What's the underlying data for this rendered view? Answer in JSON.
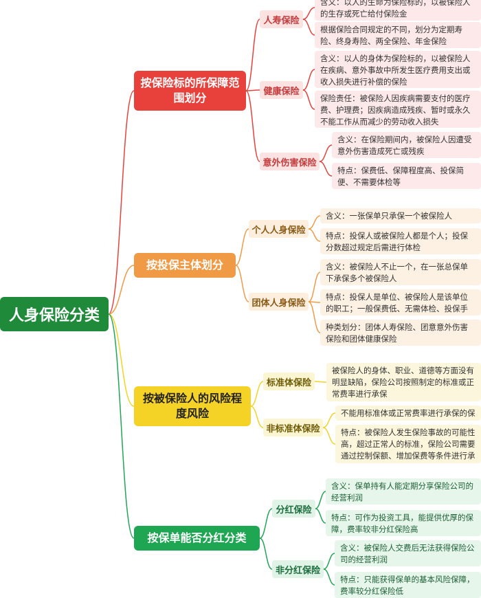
{
  "root": {
    "label": "人身保险分类"
  },
  "branches": [
    {
      "label": "按保险标的所保障范围划分",
      "color": "#e8413b",
      "children": [
        {
          "label": "人寿保险",
          "leaves": [
            "含义：以人的生命为保险标的，以被保险人的生存或死亡给付保险金",
            "根据保险合同规定的不同，划分为定期寿险、终身寿险、两全保险、年金保险"
          ]
        },
        {
          "label": "健康保险",
          "leaves": [
            "含义：以人的身体为保险标的，以被保险人在疾病、意外事故中所发生医疗费用支出或收入损失进行补偿的保险",
            "保险责任：被保险人因疾病需要支付的医疗费、护理费；因疾病造成残疾、暂时或永久不能工作从而减少的劳动收入损失"
          ]
        },
        {
          "label": "意外伤害保险",
          "leaves": [
            "含义：在保险期间内，被保险人因遭受意外伤害造成死亡或残疾",
            "特点：保费低、保障程度高、投保简便、不需要体检等"
          ]
        }
      ]
    },
    {
      "label": "按投保主体划分",
      "color": "#f19a46",
      "children": [
        {
          "label": "个人人身保险",
          "leaves": [
            "含义：一张保单只承保一个被保险人",
            "特点：投保人或被保险人都是个人；投保分数超过规定后需进行体检"
          ]
        },
        {
          "label": "团体人身保险",
          "leaves": [
            "含义：被保险人不止一个，在一张总保单下承保多个被保险人",
            "特点：投保人是单位、被保险人是该单位的职工；一般保费低、无需体检、投保手续简便",
            "种类划分：团体人寿保险、团意意外伤害保险和团体健康保险"
          ]
        }
      ]
    },
    {
      "label": "按被保险人的风险程度风险",
      "color": "#f4d226",
      "children": [
        {
          "label": "标准体保险",
          "leaves": [
            "被保险人的身体、职业、道德等方面没有明显缺陷，保险公司按照制定的标准或正常费率进行承保"
          ]
        },
        {
          "label": "非标准体保险",
          "leaves": [
            "不能用标准体或正常费率进行承保的保险",
            "特点：被保险人发生保险事故的可能性高，超过正常人的标准，保险公司需要通过控制保额、增加保费等条件进行承保"
          ]
        }
      ]
    },
    {
      "label": "按保单能否分红分类",
      "color": "#1fa653",
      "children": [
        {
          "label": "分红保险",
          "leaves": [
            "含义：保单持有人能定期分享保险公司的经营利润",
            "特点：可作为投资工具，能提供优厚的保障，费率较非分红保险高"
          ]
        },
        {
          "label": "非分红保险",
          "leaves": [
            "含义：被保险人交费后无法获得保险公司的经营利润",
            "特点：只能获得保单的基本风险保障，费率较分红保险低"
          ]
        }
      ]
    }
  ]
}
